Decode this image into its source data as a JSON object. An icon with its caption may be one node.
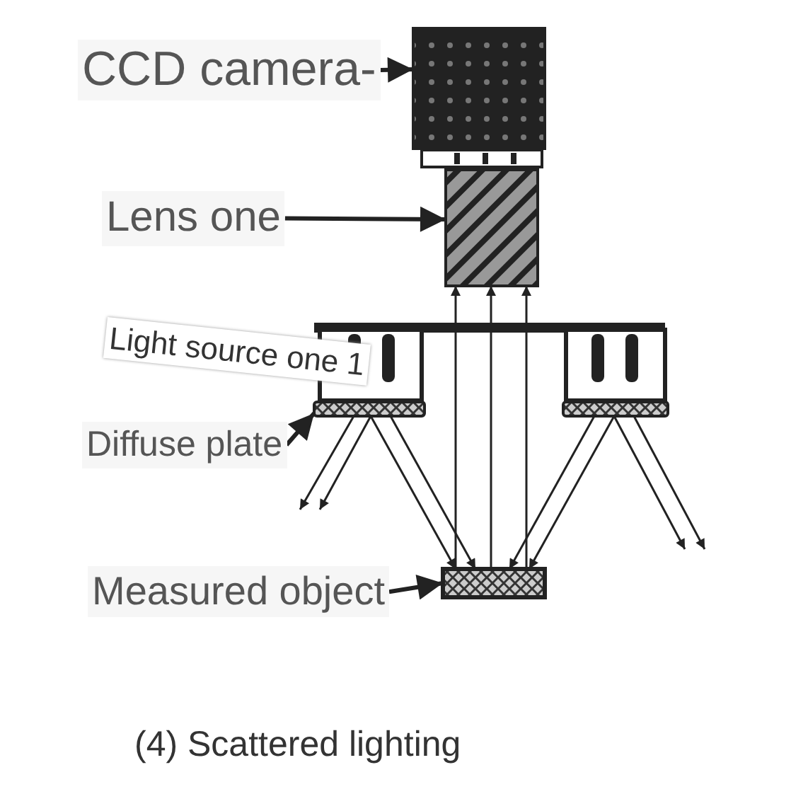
{
  "diagram": {
    "caption": "(4) Scattered lighting",
    "nodes": [
      {
        "text": [
          "CCD camera-"
        ]
      },
      {
        "text": [],
        "shape": "box"
      },
      {
        "text": [
          "Lens one"
        ]
      },
      {
        "text": [],
        "shape": "box"
      },
      {
        "text": [
          "Diffuse plate"
        ]
      },
      {
        "text": [],
        "shape": "bar"
      },
      {
        "text": [
          "Measured object"
        ]
      },
      {
        "text": [],
        "shape": "box"
      },
      {
        "text": [],
        "shape": "bar"
      }
    ],
    "edges": [
      {
        "from": 0,
        "to": 1,
        "arrow": "to",
        "style": "thick"
      },
      {
        "from": 2,
        "to": 3,
        "arrow": "to",
        "style": "thick"
      },
      {
        "from": 4,
        "to": 5,
        "arrow": "to",
        "style": "thick"
      },
      {
        "from": 6,
        "to": 7,
        "arrow": "to",
        "style": "thick"
      },
      {
        "from": 7,
        "to": 3,
        "arrow": "to"
      },
      {
        "from": 7,
        "to": 3,
        "arrow": "to"
      },
      {
        "from": 7,
        "to": 3,
        "arrow": "to"
      },
      {
        "from": 5,
        "to": null,
        "arrow": "to"
      },
      {
        "from": 5,
        "to": null,
        "arrow": "to"
      },
      {
        "from": 5,
        "to": 7,
        "arrow": "to"
      },
      {
        "from": 5,
        "to": 7,
        "arrow": "to"
      },
      {
        "from": 8,
        "to": 7,
        "arrow": "to"
      },
      {
        "from": 8,
        "to": 7,
        "arrow": "to"
      },
      {
        "from": 8,
        "to": null,
        "arrow": "to"
      },
      {
        "from": 8,
        "to": null,
        "arrow": "to"
      }
    ],
    "labels": [
      "Light source one 1"
    ]
  }
}
